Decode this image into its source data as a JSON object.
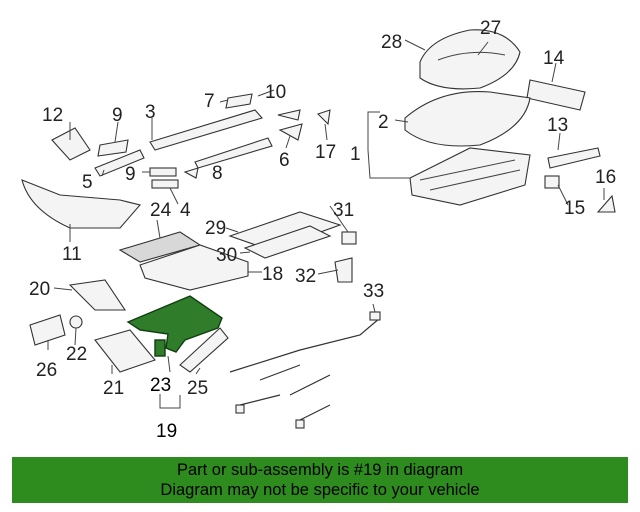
{
  "diagram": {
    "callouts": [
      "28",
      "27",
      "14",
      "10",
      "7",
      "12",
      "9",
      "3",
      "2",
      "13",
      "1",
      "17",
      "6",
      "5",
      "9",
      "8",
      "4",
      "11",
      "16",
      "15",
      "24",
      "29",
      "31",
      "30",
      "18",
      "32",
      "20",
      "33",
      "26",
      "22",
      "21",
      "23",
      "25",
      "19"
    ],
    "highlighted_part": "19"
  },
  "banner": {
    "line1": "Part or sub-assembly is #19 in diagram",
    "line2": "Diagram may not be specific to your vehicle",
    "color": "#2e8b1e"
  }
}
